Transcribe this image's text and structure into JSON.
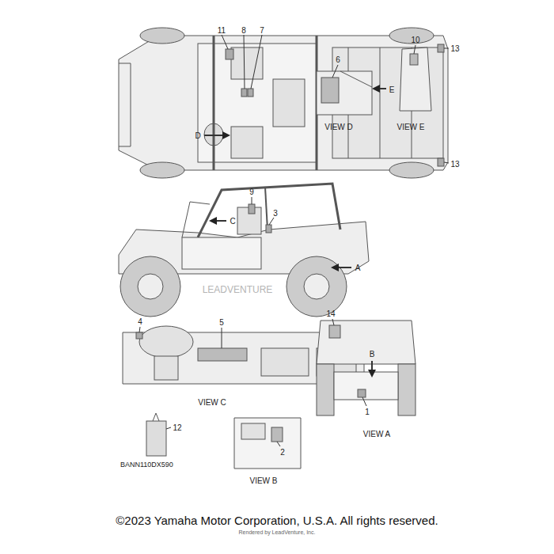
{
  "diagram": {
    "caption": "©2023 Yamaha Motor Corporation, U.S.A. All rights reserved.",
    "labels": [
      "11",
      "8",
      "7",
      "13",
      "6",
      "10",
      "E",
      "D",
      "VIEW D",
      "VIEW E",
      "13",
      "9",
      "3",
      "C",
      "A",
      "LEADVENTURE",
      "4",
      "5",
      "14",
      "B",
      "VIEW C",
      "1",
      "12",
      "2",
      "VIEW A",
      "BANN110DX590",
      "VIEW B",
      "Rendered by LeadVenture, Inc."
    ]
  }
}
